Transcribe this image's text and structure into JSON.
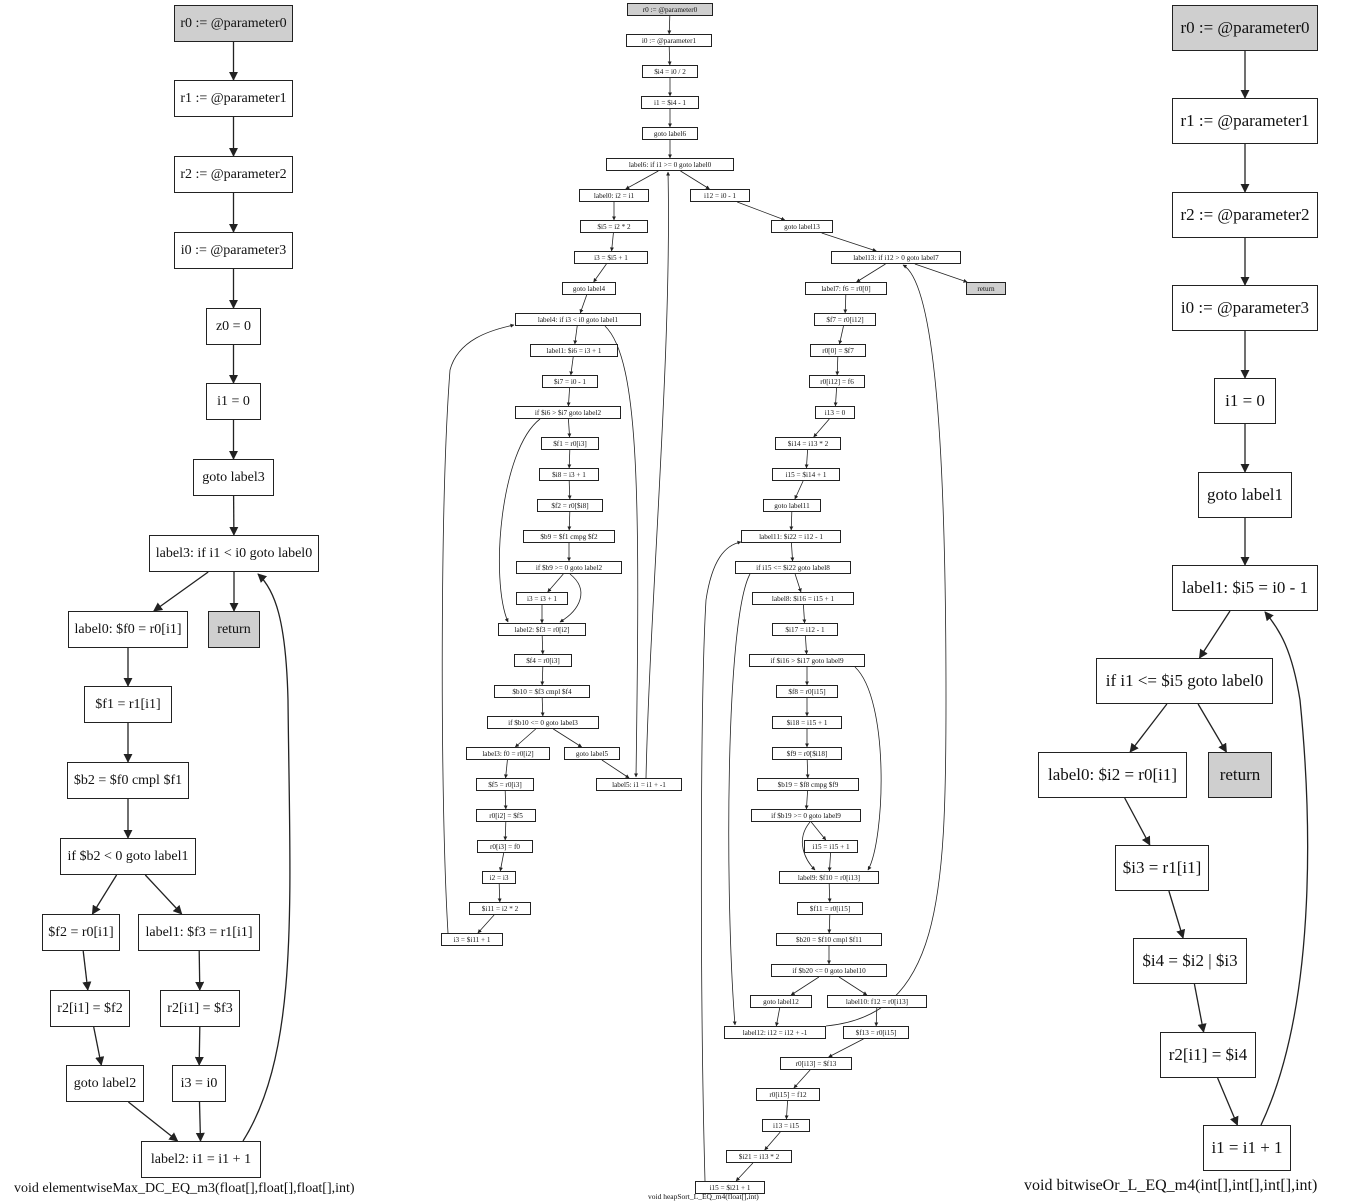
{
  "diagrams": [
    {
      "id": "d1",
      "caption": "void elementwiseMax_DC_EQ_m3(float[],float[],float[],int)",
      "nodes": [
        {
          "id": "p0",
          "label": "r0 := @parameter0",
          "shade": "gray"
        },
        {
          "id": "p1",
          "label": "r1 := @parameter1"
        },
        {
          "id": "p2",
          "label": "r2 := @parameter2"
        },
        {
          "id": "p3",
          "label": "i0 := @parameter3"
        },
        {
          "id": "z0",
          "label": "z0 = 0"
        },
        {
          "id": "i1",
          "label": "i1 = 0"
        },
        {
          "id": "g3",
          "label": "goto label3"
        },
        {
          "id": "l3",
          "label": "label3: if i1 < i0 goto label0"
        },
        {
          "id": "l0",
          "label": "label0: $f0 = r0[i1]"
        },
        {
          "id": "ret",
          "label": "return",
          "shade": "gray"
        },
        {
          "id": "f1",
          "label": "$f1 = r1[i1]"
        },
        {
          "id": "b2",
          "label": "$b2 = $f0 cmpl $f1"
        },
        {
          "id": "ifb2",
          "label": "if $b2 < 0 goto label1"
        },
        {
          "id": "f2",
          "label": "$f2 = r0[i1]"
        },
        {
          "id": "l1",
          "label": "label1: $f3 = r1[i1]"
        },
        {
          "id": "r2a",
          "label": "r2[i1] = $f2"
        },
        {
          "id": "r2b",
          "label": "r2[i1] = $f3"
        },
        {
          "id": "g2",
          "label": "goto label2"
        },
        {
          "id": "i3",
          "label": "i3 = i0"
        },
        {
          "id": "l2",
          "label": "label2: i1 = i1 + 1"
        }
      ],
      "edges": [
        [
          "p0",
          "p1"
        ],
        [
          "p1",
          "p2"
        ],
        [
          "p2",
          "p3"
        ],
        [
          "p3",
          "z0"
        ],
        [
          "z0",
          "i1"
        ],
        [
          "i1",
          "g3"
        ],
        [
          "g3",
          "l3"
        ],
        [
          "l3",
          "l0"
        ],
        [
          "l3",
          "ret"
        ],
        [
          "l0",
          "f1"
        ],
        [
          "f1",
          "b2"
        ],
        [
          "b2",
          "ifb2"
        ],
        [
          "ifb2",
          "f2"
        ],
        [
          "ifb2",
          "l1"
        ],
        [
          "f2",
          "r2a"
        ],
        [
          "l1",
          "r2b"
        ],
        [
          "r2a",
          "g2"
        ],
        [
          "r2b",
          "i3"
        ],
        [
          "g2",
          "l2"
        ],
        [
          "i3",
          "l2"
        ],
        [
          "l2",
          "l3"
        ]
      ]
    },
    {
      "id": "d2",
      "caption": "void heapSort_L_EQ_m4(float[],int)",
      "nodes": [
        {
          "id": "a1",
          "label": "r0 := @parameter0",
          "shade": "gray"
        },
        {
          "id": "a2",
          "label": "i0 := @parameter1"
        },
        {
          "id": "a3",
          "label": "$i4 = i0 / 2"
        },
        {
          "id": "a4",
          "label": "i1 = $i4 - 1"
        },
        {
          "id": "a5",
          "label": "goto label6"
        },
        {
          "id": "a6",
          "label": "label6: if i1 >= 0 goto label0"
        },
        {
          "id": "b1",
          "label": "label0: i2 = i1"
        },
        {
          "id": "b2",
          "label": "$i5 = i2 * 2"
        },
        {
          "id": "b3",
          "label": "i3 = $i5 + 1"
        },
        {
          "id": "b4",
          "label": "goto label4"
        },
        {
          "id": "b5",
          "label": "label4: if i3 < i0 goto label1"
        },
        {
          "id": "b6",
          "label": "label1: $i6 = i3 + 1"
        },
        {
          "id": "b7",
          "label": "$i7 = i0 - 1"
        },
        {
          "id": "b8",
          "label": "if $i6 > $i7 goto label2"
        },
        {
          "id": "b9",
          "label": "$f1 = r0[i3]"
        },
        {
          "id": "b10",
          "label": "$i8 = i3 + 1"
        },
        {
          "id": "b11",
          "label": "$f2 = r0[$i8]"
        },
        {
          "id": "b12",
          "label": "$b9 = $f1 cmpg $f2"
        },
        {
          "id": "b13",
          "label": "if $b9 >= 0 goto label2"
        },
        {
          "id": "b14",
          "label": "i3 = i3 + 1"
        },
        {
          "id": "b15",
          "label": "label2: $f3 = r0[i2]"
        },
        {
          "id": "b16",
          "label": "$f4 = r0[i3]"
        },
        {
          "id": "b17",
          "label": "$b10 = $f3 cmpl $f4"
        },
        {
          "id": "b18",
          "label": "if $b10 <= 0 goto label3"
        },
        {
          "id": "b19",
          "label": "label3: f0 = r0[i2]"
        },
        {
          "id": "b20",
          "label": "goto label5"
        },
        {
          "id": "b21",
          "label": "label5: i1 = i1 + -1"
        },
        {
          "id": "b22",
          "label": "$f5 = r0[i3]"
        },
        {
          "id": "b23",
          "label": "r0[i2] = $f5"
        },
        {
          "id": "b24",
          "label": "r0[i3] = f0"
        },
        {
          "id": "b25",
          "label": "i2 = i3"
        },
        {
          "id": "b26",
          "label": "$i11 = i2 * 2"
        },
        {
          "id": "b27",
          "label": "i3 = $i11 + 1"
        },
        {
          "id": "c1",
          "label": "i12 = i0 - 1"
        },
        {
          "id": "c2",
          "label": "goto label13"
        },
        {
          "id": "c3",
          "label": "label13: if i12 > 0 goto label7"
        },
        {
          "id": "c4",
          "label": "return",
          "shade": "gray"
        },
        {
          "id": "c5",
          "label": "label7: f6 = r0[0]"
        },
        {
          "id": "c6",
          "label": "$f7 = r0[i12]"
        },
        {
          "id": "c7",
          "label": "r0[0] = $f7"
        },
        {
          "id": "c8",
          "label": "r0[i12] = f6"
        },
        {
          "id": "c9",
          "label": "i13 = 0"
        },
        {
          "id": "c10",
          "label": "$i14 = i13 * 2"
        },
        {
          "id": "c11",
          "label": "i15 = $i14 + 1"
        },
        {
          "id": "c12",
          "label": "goto label11"
        },
        {
          "id": "c13",
          "label": "label11: $i22 = i12 - 1"
        },
        {
          "id": "c14",
          "label": "if i15 <= $i22 goto label8"
        },
        {
          "id": "c15",
          "label": "label8: $i16 = i15 + 1"
        },
        {
          "id": "c16",
          "label": "$i17 = i12 - 1"
        },
        {
          "id": "c17",
          "label": "if $i16 > $i17 goto label9"
        },
        {
          "id": "c18",
          "label": "$f8 = r0[i15]"
        },
        {
          "id": "c19",
          "label": "$i18 = i15 + 1"
        },
        {
          "id": "c20",
          "label": "$f9 = r0[$i18]"
        },
        {
          "id": "c21",
          "label": "$b19 = $f8 cmpg $f9"
        },
        {
          "id": "c22",
          "label": "if $b19 >= 0 goto label9"
        },
        {
          "id": "c23",
          "label": "i15 = i15 + 1"
        },
        {
          "id": "c24",
          "label": "label9: $f10 = r0[i13]"
        },
        {
          "id": "c25",
          "label": "$f11 = r0[i15]"
        },
        {
          "id": "c26",
          "label": "$b20 = $f10 cmpl $f11"
        },
        {
          "id": "c27",
          "label": "if $b20 <= 0 goto label10"
        },
        {
          "id": "c28",
          "label": "goto label12"
        },
        {
          "id": "c29",
          "label": "label10: f12 = r0[i13]"
        },
        {
          "id": "c30",
          "label": "label12: i12 = i12 + -1"
        },
        {
          "id": "c31",
          "label": "$f13 = r0[i15]"
        },
        {
          "id": "c32",
          "label": "r0[i13] = $f13"
        },
        {
          "id": "c33",
          "label": "r0[i15] = f12"
        },
        {
          "id": "c34",
          "label": "i13 = i15"
        },
        {
          "id": "c35",
          "label": "$i21 = i13 * 2"
        },
        {
          "id": "c36",
          "label": "i15 = $i21 + 1"
        }
      ],
      "edges": [
        [
          "a1",
          "a2"
        ],
        [
          "a2",
          "a3"
        ],
        [
          "a3",
          "a4"
        ],
        [
          "a4",
          "a5"
        ],
        [
          "a5",
          "a6"
        ],
        [
          "a6",
          "b1"
        ],
        [
          "a6",
          "c1"
        ],
        [
          "b1",
          "b2"
        ],
        [
          "b2",
          "b3"
        ],
        [
          "b3",
          "b4"
        ],
        [
          "b4",
          "b5"
        ],
        [
          "b5",
          "b6"
        ],
        [
          "b5",
          "b21"
        ],
        [
          "b6",
          "b7"
        ],
        [
          "b7",
          "b8"
        ],
        [
          "b8",
          "b9"
        ],
        [
          "b8",
          "b15"
        ],
        [
          "b9",
          "b10"
        ],
        [
          "b10",
          "b11"
        ],
        [
          "b11",
          "b12"
        ],
        [
          "b12",
          "b13"
        ],
        [
          "b13",
          "b14"
        ],
        [
          "b13",
          "b15"
        ],
        [
          "b14",
          "b15"
        ],
        [
          "b15",
          "b16"
        ],
        [
          "b16",
          "b17"
        ],
        [
          "b17",
          "b18"
        ],
        [
          "b18",
          "b19"
        ],
        [
          "b18",
          "b20"
        ],
        [
          "b20",
          "b21"
        ],
        [
          "b19",
          "b22"
        ],
        [
          "b22",
          "b23"
        ],
        [
          "b23",
          "b24"
        ],
        [
          "b24",
          "b25"
        ],
        [
          "b25",
          "b26"
        ],
        [
          "b26",
          "b27"
        ],
        [
          "b27",
          "b5"
        ],
        [
          "b21",
          "a6"
        ],
        [
          "c1",
          "c2"
        ],
        [
          "c2",
          "c3"
        ],
        [
          "c3",
          "c5"
        ],
        [
          "c3",
          "c4"
        ],
        [
          "c5",
          "c6"
        ],
        [
          "c6",
          "c7"
        ],
        [
          "c7",
          "c8"
        ],
        [
          "c8",
          "c9"
        ],
        [
          "c9",
          "c10"
        ],
        [
          "c10",
          "c11"
        ],
        [
          "c11",
          "c12"
        ],
        [
          "c12",
          "c13"
        ],
        [
          "c13",
          "c14"
        ],
        [
          "c14",
          "c15"
        ],
        [
          "c14",
          "c30"
        ],
        [
          "c15",
          "c16"
        ],
        [
          "c16",
          "c17"
        ],
        [
          "c17",
          "c18"
        ],
        [
          "c17",
          "c24"
        ],
        [
          "c18",
          "c19"
        ],
        [
          "c19",
          "c20"
        ],
        [
          "c20",
          "c21"
        ],
        [
          "c21",
          "c22"
        ],
        [
          "c22",
          "c23"
        ],
        [
          "c22",
          "c24"
        ],
        [
          "c23",
          "c24"
        ],
        [
          "c24",
          "c25"
        ],
        [
          "c25",
          "c26"
        ],
        [
          "c26",
          "c27"
        ],
        [
          "c27",
          "c28"
        ],
        [
          "c27",
          "c29"
        ],
        [
          "c28",
          "c30"
        ],
        [
          "c29",
          "c31"
        ],
        [
          "c30",
          "c3"
        ],
        [
          "c31",
          "c32"
        ],
        [
          "c32",
          "c33"
        ],
        [
          "c33",
          "c34"
        ],
        [
          "c34",
          "c35"
        ],
        [
          "c35",
          "c36"
        ],
        [
          "c36",
          "c13"
        ]
      ]
    },
    {
      "id": "d3",
      "caption": "void bitwiseOr_L_EQ_m4(int[],int[],int[],int)",
      "nodes": [
        {
          "id": "q0",
          "label": "r0 := @parameter0",
          "shade": "gray"
        },
        {
          "id": "q1",
          "label": "r1 := @parameter1"
        },
        {
          "id": "q2",
          "label": "r2 := @parameter2"
        },
        {
          "id": "q3",
          "label": "i0 := @parameter3"
        },
        {
          "id": "q4",
          "label": "i1 = 0"
        },
        {
          "id": "q5",
          "label": "goto label1"
        },
        {
          "id": "q6",
          "label": "label1: $i5 = i0 - 1"
        },
        {
          "id": "q7",
          "label": "if i1 <= $i5 goto label0"
        },
        {
          "id": "q8",
          "label": "label0: $i2 = r0[i1]"
        },
        {
          "id": "q9",
          "label": "return",
          "shade": "gray"
        },
        {
          "id": "q10",
          "label": "$i3 = r1[i1]"
        },
        {
          "id": "q11",
          "label": "$i4 = $i2 | $i3"
        },
        {
          "id": "q12",
          "label": "r2[i1] = $i4"
        },
        {
          "id": "q13",
          "label": "i1 = i1 + 1"
        }
      ],
      "edges": [
        [
          "q0",
          "q1"
        ],
        [
          "q1",
          "q2"
        ],
        [
          "q2",
          "q3"
        ],
        [
          "q3",
          "q4"
        ],
        [
          "q4",
          "q5"
        ],
        [
          "q5",
          "q6"
        ],
        [
          "q6",
          "q7"
        ],
        [
          "q7",
          "q8"
        ],
        [
          "q7",
          "q9"
        ],
        [
          "q8",
          "q10"
        ],
        [
          "q10",
          "q11"
        ],
        [
          "q11",
          "q12"
        ],
        [
          "q12",
          "q13"
        ],
        [
          "q13",
          "q6"
        ]
      ]
    }
  ]
}
